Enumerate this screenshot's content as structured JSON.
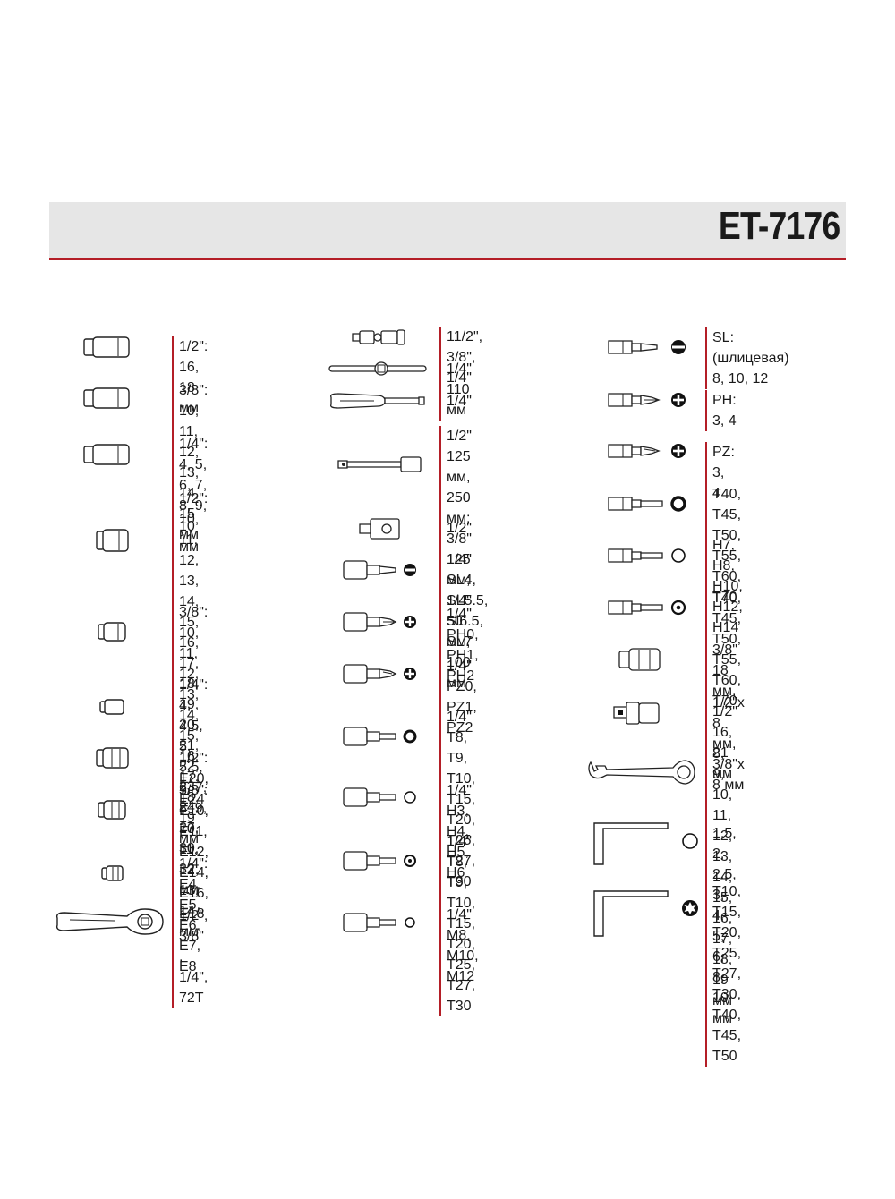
{
  "header": {
    "title": "ET-7176",
    "accent_color": "#b41e27",
    "band_color": "#e6e6e6"
  },
  "column1": [
    {
      "icon": "deep-socket-icon",
      "text": "1/2\": 16, 18  мм"
    },
    {
      "icon": "deep-socket-icon",
      "text": "3/8\": 10, 11, 12,\n13, 14, 15 мм"
    },
    {
      "icon": "deep-socket-icon",
      "text": "1/4\": 4, 5, 6, 7,\n8, 9, 10 мм"
    },
    {
      "icon": "socket-icon",
      "text": "1/2\": 10, 11, 12,\n13, 14, 15, 16,\n17, 18, 19, 20,\n21, 22, 23, 24,\n27, 30, 32 мм"
    },
    {
      "icon": "socket-icon",
      "text": "3/8\": 10, 11, 12,\n13, 14, 15, 16,\n17, 18, 19 мм"
    },
    {
      "icon": "socket-icon",
      "text": "1/4\": 4, 4.5, 5,\n5.5, 6, 7, 8, 9, 10,\n11, 12, 13, 14 мм"
    },
    {
      "icon": "e-socket-icon",
      "text": "1/2\": E20, E24"
    },
    {
      "icon": "e-socket-icon",
      "text": "3/8\": E10, E11,\nE12, E14, E16,\nE18"
    },
    {
      "icon": "e-socket-icon",
      "text": "1/4\": E4, E5,\nE6, E7, E8"
    },
    {
      "icon": "ratchet-icon",
      "text": "1/2\", 3/8\" ,\n1/4\", 72T"
    }
  ],
  "column2": [
    {
      "icon": "universal-joint-icon",
      "text": "11/2\", 3/8\", 1/4\""
    },
    {
      "icon": "t-handle-icon",
      "text": "1/4\" 110 мм"
    },
    {
      "icon": "screwdriver-handle-icon",
      "text": "1/4\""
    },
    {
      "icon": "extension-bar-icon",
      "text": "1/2\" 125 мм, 250\nмм; 3/8\" 125 мм;\n1/4\" 50 мм,\n100 мм"
    },
    {
      "icon": "adapter-icon",
      "text": "1/2\""
    },
    {
      "icon": "bit-socket-slotted-icon",
      "text": "1/4\" SL4, SL5.5,\nSl6.5, SL7"
    },
    {
      "icon": "bit-socket-phillips-icon",
      "text": "1/4\" PH0,\nPH1, PH2"
    },
    {
      "icon": "bit-socket-pozidriv-icon",
      "text": "1/4\" PZ0,\nPZ1, PZ2"
    },
    {
      "icon": "bit-socket-torx-icon",
      "text": "1/4\" T8, T9,\nT10, T15, T20,\nT25, T27, T30"
    },
    {
      "icon": "bit-socket-hex-icon",
      "text": "1/4\" H3, H4,\nH5, H6"
    },
    {
      "icon": "bit-socket-torx-tamper-icon",
      "text": "1/4\" T8, T9,\nT10, T15, T20,\nT25, T27, T30"
    },
    {
      "icon": "bit-socket-spline-icon",
      "text": "1/4\" M8,\nM10, M12"
    }
  ],
  "column3": [
    {
      "icon": "bit-slotted-icon",
      "text": "SL: (шлицевая)\n8, 10, 12"
    },
    {
      "icon": "bit-phillips-icon",
      "text": "PH: 3, 4"
    },
    {
      "icon": "bit-pozidriv-icon",
      "text": "PZ: 3, 4"
    },
    {
      "icon": "bit-torx-icon",
      "text": "T40, T45, T50,\nT55, T60, T70"
    },
    {
      "icon": "bit-hex-icon",
      "text": "H7, H8, H10,\nH12, H14"
    },
    {
      "icon": "bit-torx-tamper-icon",
      "text": "T40, T45, T50,\nT55, T60, T70"
    },
    {
      "icon": "spark-plug-socket-icon",
      "text": "3/8\" 18 мм,\n1/2\" 16, 21 мм"
    },
    {
      "icon": "bit-holder-adapter-icon",
      "text": "1/2\"x 8 мм,\n3/8\"x 8 мм"
    },
    {
      "icon": "combination-wrench-icon",
      "text": "8, 9, 10, 11, 12,\n13, 14, 15, 16,\n17, 18, 19 мм"
    },
    {
      "icon": "hex-key-icon",
      "text": "1.5, 2, 2.5, 3, 4,\n5, 6, 8, 10 мм"
    },
    {
      "icon": "torx-key-icon",
      "text": "T10, T15, T20,\nT25, T27, T30,\nT40, T45, T50"
    }
  ]
}
